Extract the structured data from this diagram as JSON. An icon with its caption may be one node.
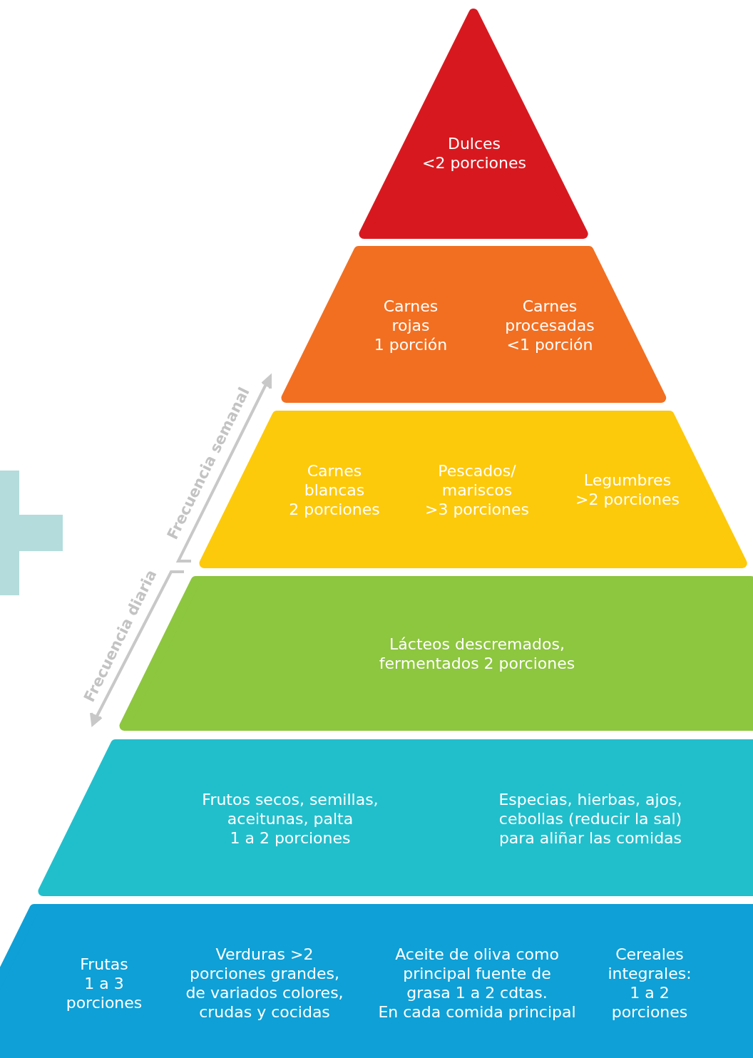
{
  "diagram": {
    "nodes": [
      {
        "text": [
          "Dulces <2 porciones"
        ]
      },
      {
        "text": [
          "Carnes rojas 1 porción",
          "Carnes procesadas <1 porción"
        ]
      },
      {
        "text": [
          "Carnes blancas 2 porciones",
          "Pescados/ mariscos >3 porciones",
          "Legumbres >2 porciones"
        ]
      },
      {
        "text": [
          "Lácteos descremados, fermentados 2 porciones"
        ]
      },
      {
        "text": [
          "Frutos secos, semillas, aceitunas, palta 1 a 2 porciones",
          "Especias, hierbas, ajos, cebollas (reducir la sal) para aliñar las comidas"
        ]
      },
      {
        "text": [
          "Frutas 1 a 3 porciones",
          "Verduras >2 porciones grandes, de variados colores, crudas y cocidas",
          "Aceite de oliva como principal fuente de grasa 1 a 2 cdtas. En cada comida principal",
          "Cereales integrales: 1 a 2 porciones"
        ]
      },
      {
        "text": [],
        "shape": "cross"
      }
    ],
    "labels": [
      "Frecuencia semanal",
      "Frecuencia diaria"
    ]
  }
}
